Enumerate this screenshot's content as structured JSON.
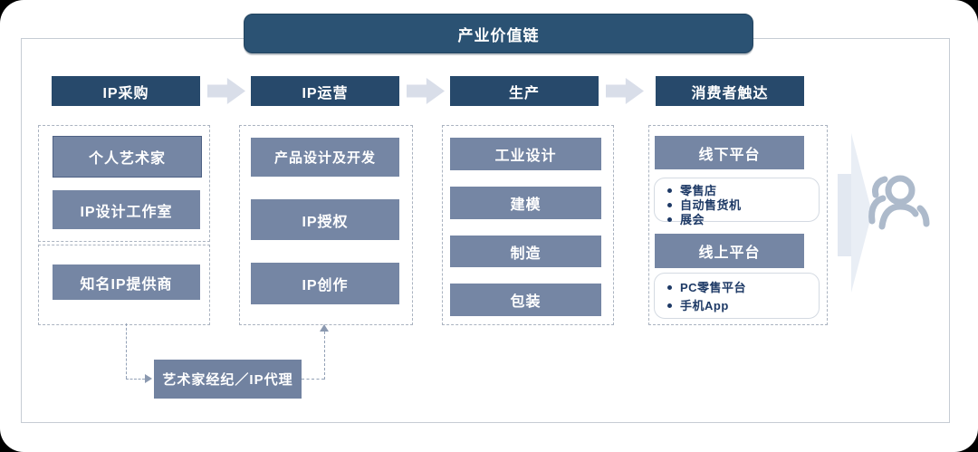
{
  "title": "产业价值链",
  "columns": [
    {
      "header": "IP采购",
      "groups": [
        {
          "items": [
            "个人艺术家",
            "IP设计工作室"
          ]
        },
        {
          "items": [
            "知名IP提供商"
          ]
        }
      ]
    },
    {
      "header": "IP运营",
      "groups": [
        {
          "items": [
            "产品设计及开发",
            "IP授权",
            "IP创作"
          ]
        }
      ]
    },
    {
      "header": "生产",
      "groups": [
        {
          "items": [
            "工业设计",
            "建模",
            "制造",
            "包装"
          ]
        }
      ]
    },
    {
      "header": "消费者触达",
      "platforms": [
        {
          "label": "线下平台",
          "bullets": [
            "零售店",
            "自动售货机",
            "展会"
          ]
        },
        {
          "label": "线上平台",
          "bullets": [
            "PC零售平台",
            "手机App"
          ]
        }
      ]
    }
  ],
  "agency_box": "艺术家经纪／IP代理",
  "icons": {
    "people": "people-icon",
    "flow_arrow": "arrow-right-icon",
    "funnel_arrow": "chevron-right-shape"
  },
  "colors": {
    "title_bar": "#2b5273",
    "header_box": "#27496b",
    "item_box": "#7586a4",
    "agency_box_bg": "#7182a0",
    "flow_arrow": "#d9dee9",
    "bullet_text": "#1e3a66",
    "dashed_border": "#aab3c0",
    "people_icon": "#adbacb"
  }
}
